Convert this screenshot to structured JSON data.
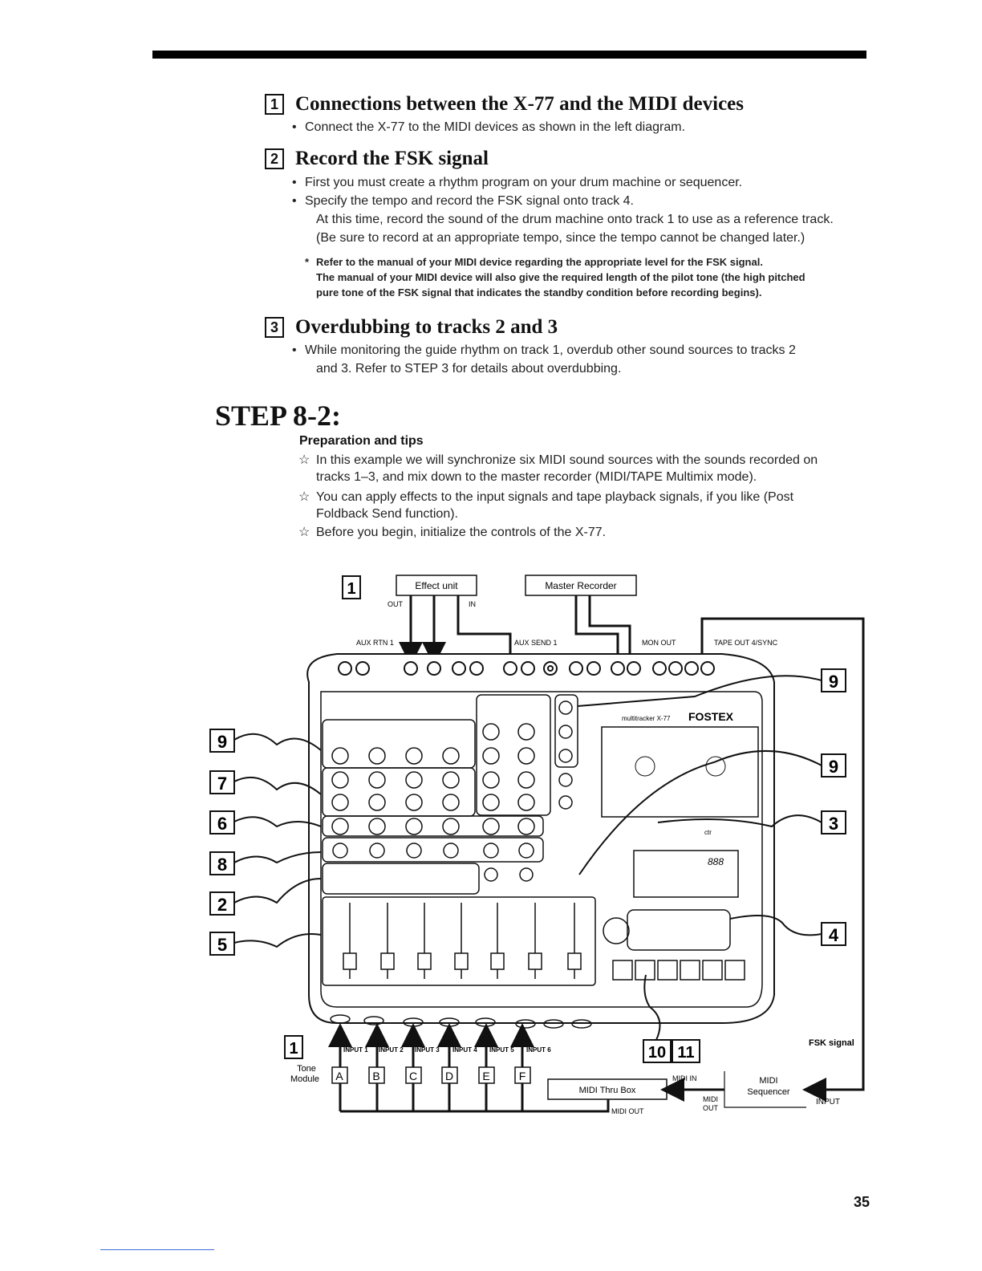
{
  "sections": [
    {
      "num": "1",
      "title": "Connections between the X-77 and the MIDI devices",
      "lines": [
        "Connect the X-77 to the MIDI devices as shown in the left diagram."
      ]
    },
    {
      "num": "2",
      "title": "Record the FSK signal",
      "lines": [
        "First you must create a rhythm program on your drum machine or sequencer.",
        "Specify the tempo and record the FSK signal onto track 4.",
        "At this time, record the sound of the drum machine onto track 1 to use as a reference track.",
        "(Be sure to record at an appropriate tempo, since the tempo cannot be changed later.)"
      ],
      "note_mark": "*",
      "note": [
        "Refer to the manual of your MIDI device regarding the appropriate level for the FSK signal.",
        "The manual of your MIDI device will also give the required length of the pilot tone (the high pitched",
        "pure tone of the FSK signal that indicates the standby condition before recording begins)."
      ]
    },
    {
      "num": "3",
      "title": "Overdubbing to tracks 2 and 3",
      "lines": [
        "While monitoring the guide rhythm on track 1, overdub other sound sources to tracks 2",
        "and 3. Refer to STEP 3 for details about overdubbing."
      ]
    }
  ],
  "step_title": "STEP 8-2:",
  "prep_title": "Preparation and tips",
  "tip_mark": "☆",
  "tips": [
    [
      "In this example we will synchronize six MIDI sound sources with the sounds recorded on",
      "tracks 1–3, and mix down to the master recorder (MIDI/TAPE Multimix mode)."
    ],
    [
      "You can apply effects to the input signals and tape playback signals, if you like (Post",
      "Foldback Send function)."
    ],
    [
      "Before you begin, initialize the controls of the X-77."
    ]
  ],
  "diagram": {
    "effect_unit": "Effect unit",
    "master_recorder": "Master Recorder",
    "out": "OUT",
    "in": "IN",
    "aux_rtn": "AUX RTN 1",
    "aux_send": "AUX SEND 1",
    "mon_out": "MON OUT",
    "tape_out": "TAPE OUT 4/SYNC",
    "brand_small": "multitracker X-77",
    "brand": "FOSTEX",
    "callouts_left": [
      "9",
      "7",
      "6",
      "8",
      "2",
      "5"
    ],
    "callouts_right": [
      "9",
      "9",
      "3",
      "4"
    ],
    "callout_top_left": "1",
    "callout_bottom_left": "1",
    "callout_bottom_mid": [
      "10",
      "11"
    ],
    "inputs": [
      "INPUT 1",
      "INPUT 2",
      "INPUT 3",
      "INPUT 4",
      "INPUT 5",
      "INPUT 6"
    ],
    "tone_module": "Tone\nModule",
    "modules": [
      "A",
      "B",
      "C",
      "D",
      "E",
      "F"
    ],
    "midi_thru": "MIDI Thru Box",
    "midi_in": "MIDI IN",
    "midi_out": "MIDI OUT",
    "midi_out2": "MIDI\nOUT",
    "midi_seq": "MIDI\nSequencer",
    "fsk": "FSK signal",
    "input": "INPUT",
    "lcd_digits": "888",
    "counter_label": "ctr"
  },
  "page_number": "35"
}
